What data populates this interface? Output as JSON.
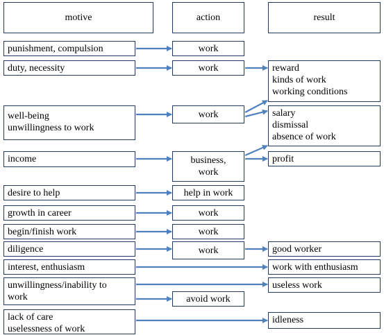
{
  "headers": {
    "motive": "motive",
    "action": "action",
    "result": "result"
  },
  "colors": {
    "box_border": "#1f3864",
    "arrow": "#4f81bd"
  },
  "rows": [
    {
      "motive": "punishment, compulsion",
      "action": "work"
    },
    {
      "motive": "duty, necessity",
      "action": "work"
    },
    {
      "motive": "well-being\nunwillingness to work",
      "action": "work"
    },
    {
      "motive": "income",
      "action": "business,\nwork"
    },
    {
      "motive": "desire to help",
      "action": "help in work"
    },
    {
      "motive": "growth in career",
      "action": "work"
    },
    {
      "motive": "begin/finish work",
      "action": "work"
    },
    {
      "motive": "diligence",
      "action": "work"
    },
    {
      "motive": "interest, enthusiasm"
    },
    {
      "motive": "unwillingness/inability  to\nwork",
      "action": "avoid work"
    },
    {
      "motive": "lack of care\nuselessness of work"
    }
  ],
  "results": [
    "reward\nkinds of work\nworking conditions",
    "salary\ndismissal\nabsence of work",
    "profit",
    "good worker",
    "work with enthusiasm",
    "useless work",
    "idleness"
  ]
}
